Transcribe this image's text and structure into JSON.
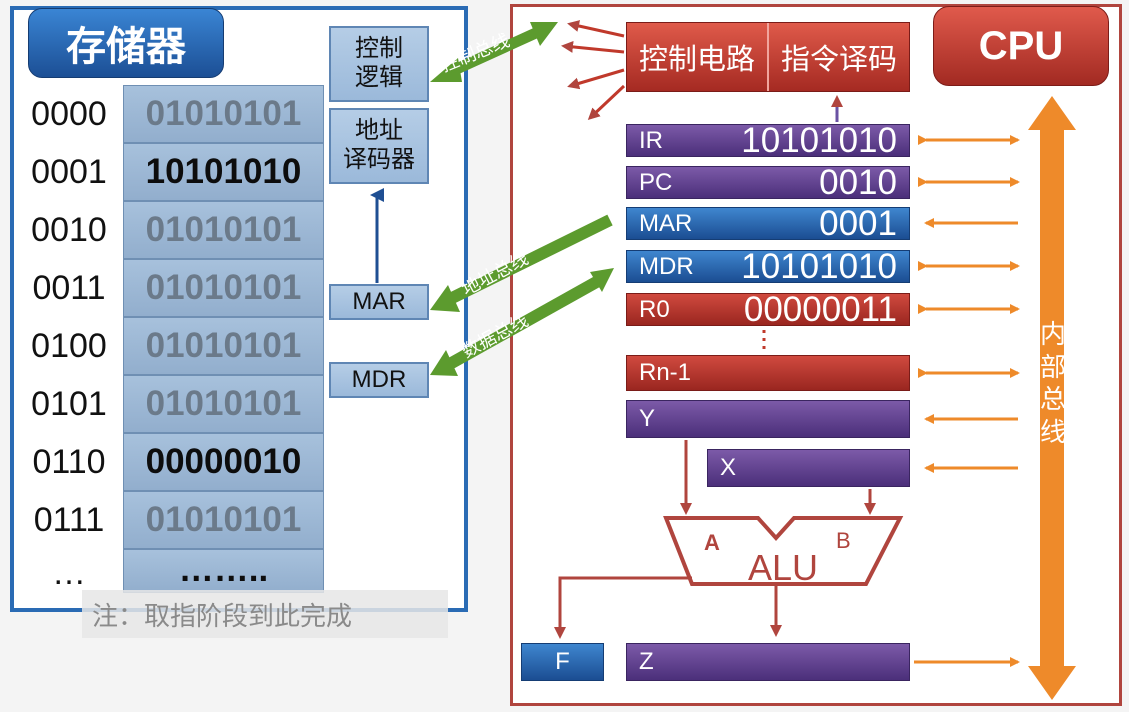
{
  "memory": {
    "title": "存储器",
    "rows": [
      {
        "addr": "0000",
        "value": "01010101",
        "highlight": false
      },
      {
        "addr": "0001",
        "value": "10101010",
        "highlight": true
      },
      {
        "addr": "0010",
        "value": "01010101",
        "highlight": false
      },
      {
        "addr": "0011",
        "value": "01010101",
        "highlight": false
      },
      {
        "addr": "0100",
        "value": "01010101",
        "highlight": false
      },
      {
        "addr": "0101",
        "value": "01010101",
        "highlight": false
      },
      {
        "addr": "0110",
        "value": "00000010",
        "highlight": true
      },
      {
        "addr": "0111",
        "value": "01010101",
        "highlight": false
      }
    ],
    "ellipsis_addr": "…",
    "ellipsis_value": "……..",
    "control_logic": "控制\n逻辑",
    "addr_decoder": "地址\n译码器",
    "mar": "MAR",
    "mdr": "MDR",
    "note": "注：取指阶段到此完成"
  },
  "buses": {
    "control": "控制总线",
    "address": "地址总线",
    "data": "数据总线",
    "internal": "内部总线"
  },
  "cpu": {
    "title": "CPU",
    "control_circuit": "控制电路",
    "instr_decode": "指令译码",
    "registers": [
      {
        "name": "IR",
        "value": "10101010",
        "color": "purple"
      },
      {
        "name": "PC",
        "value": "0010",
        "color": "purple"
      },
      {
        "name": "MAR",
        "value": "0001",
        "color": "blue"
      },
      {
        "name": "MDR",
        "value": "10101010",
        "color": "blue"
      },
      {
        "name": "R0",
        "value": "00000011",
        "color": "red"
      }
    ],
    "rn1": "Rn-1",
    "y": "Y",
    "x": "X",
    "alu": "ALU",
    "alu_a": "A",
    "alu_b": "B",
    "f": "F",
    "z": "Z"
  },
  "colors": {
    "memory_border": "#2a6bb4",
    "cpu_border": "#b0453e",
    "bus_green": "#5c9b2e",
    "internal_bus_orange": "#ee8a2a",
    "alu_red": "#b0453e"
  }
}
